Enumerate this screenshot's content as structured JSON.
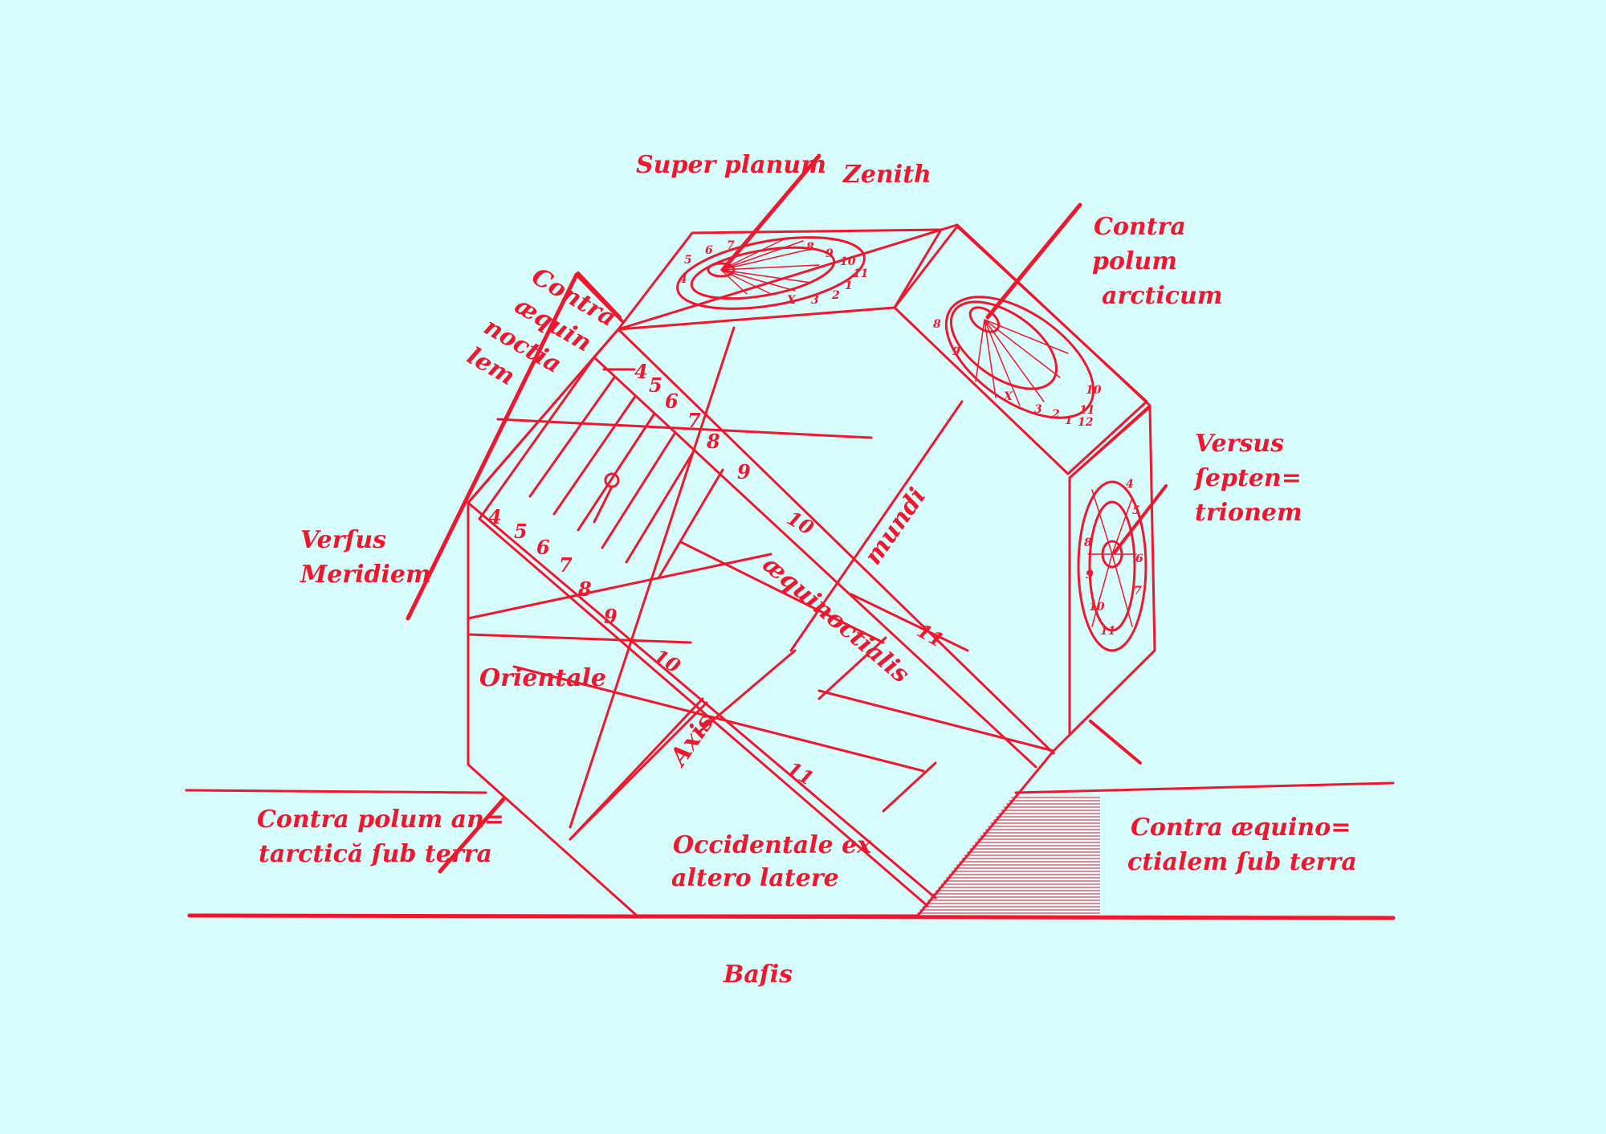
{
  "colors": {
    "background": "#d6fcfc",
    "ink": "#f0162e"
  },
  "labels": {
    "super_planum": "Super planum",
    "zenith": "Zenith",
    "contra_polum_arcticum": [
      "Contra",
      "polum",
      "arcticum"
    ],
    "contra_aequinoctialem": [
      "Contra",
      "æquin",
      "noctia",
      "lem"
    ],
    "versus_septentrionem": [
      "Versus",
      "ſepten=",
      "trionem"
    ],
    "versus_meridiem": [
      "Verſus",
      "Meridiem"
    ],
    "orientale": "Orientale",
    "aequinoctialis": "æquinoctialis",
    "mundi": "mundi",
    "axis": "Axis",
    "occidentale": [
      "Occidentale ex",
      "altero latere"
    ],
    "contra_polum_antarcticum": [
      "Contra polum an=",
      "tarctică ſub terra"
    ],
    "contra_aequinoctialem_sub_terra": [
      "Contra æquino=",
      "ctialem ſub terra"
    ],
    "basis": "Baſis"
  },
  "hour_numbers": {
    "upper_band": [
      "4",
      "5",
      "6",
      "7",
      "8",
      "9",
      "10"
    ],
    "lower_band": [
      "4",
      "5",
      "6",
      "7",
      "8",
      "9",
      "10"
    ],
    "right_edge": [
      "11",
      "11"
    ]
  },
  "dial_numerals": {
    "top_dial": [
      "8",
      "9",
      "10",
      "11",
      "X",
      "1",
      "2",
      "3",
      "4",
      "5",
      "6",
      "7"
    ],
    "north_dial": [
      "8",
      "9",
      "X",
      "1",
      "2",
      "3",
      "10",
      "11",
      "12"
    ],
    "side_dial": [
      "4",
      "5",
      "6",
      "7",
      "8",
      "9",
      "10",
      "11"
    ]
  }
}
